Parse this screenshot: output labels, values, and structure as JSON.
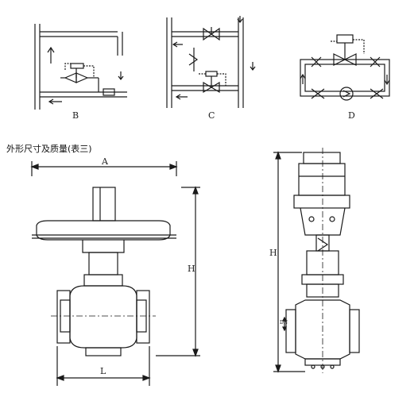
{
  "schematics": [
    {
      "id": "B",
      "label": "B"
    },
    {
      "id": "C",
      "label": "C"
    },
    {
      "id": "D",
      "label": "D"
    }
  ],
  "section_heading": "外形尺寸及质量(表三)",
  "dimensions": {
    "A": "A",
    "H_front": "H",
    "L": "L",
    "H_side": "H",
    "DN": "DN"
  },
  "colors": {
    "line": "#1a1a1a",
    "background": "#ffffff"
  }
}
